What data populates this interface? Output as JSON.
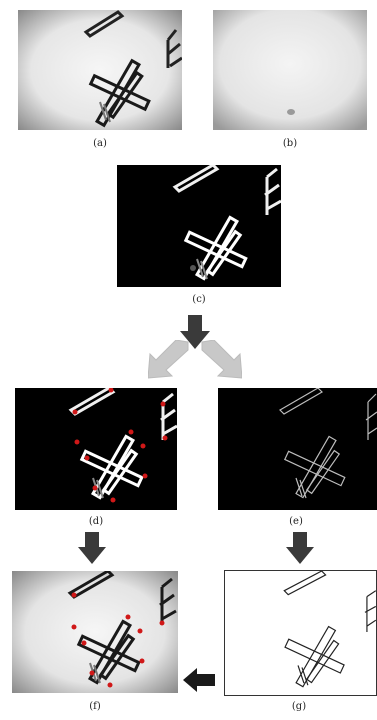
{
  "labels": {
    "a": "(a)",
    "b": "(b)",
    "c": "(c)",
    "d": "(d)",
    "e": "(e)",
    "f": "(f)",
    "g": "(g)"
  },
  "colors": {
    "arrow_dark": "#3a3a3a",
    "arrow_light": "#c8c8c8",
    "marker_red": "#d01818"
  },
  "icons": {
    "arrow_down": "block-arrow-down-icon",
    "arrow_split": "split-arrow-icon",
    "arrow_left": "block-arrow-left-icon"
  }
}
